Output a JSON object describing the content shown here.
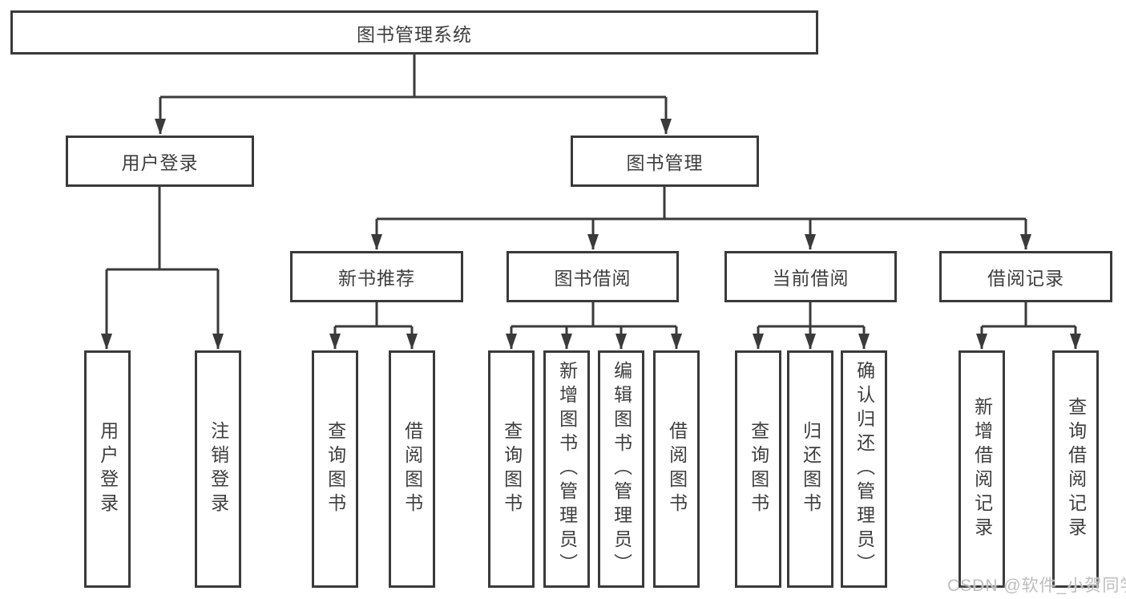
{
  "diagram": {
    "root": {
      "label": "图书管理系统"
    },
    "level2": [
      {
        "label": "用户登录",
        "children": [
          "用户登录",
          "注销登录"
        ]
      },
      {
        "label": "图书管理",
        "sections": [
          {
            "label": "新书推荐",
            "children": [
              "查询图书",
              "借阅图书"
            ]
          },
          {
            "label": "图书借阅",
            "children": [
              "查询图书",
              "新增图书（管理员）",
              "编辑图书（管理员）",
              "借阅图书"
            ]
          },
          {
            "label": "当前借阅",
            "children": [
              "查询图书",
              "归还图书",
              "确认归还（管理员）"
            ]
          },
          {
            "label": "借阅记录",
            "children": [
              "新增借阅记录",
              "查询借阅记录"
            ]
          }
        ]
      }
    ],
    "watermark": "CSDN @软件_小贺同学",
    "colors": {
      "line": "#3a3a3a",
      "text": "#3e3e3e",
      "box_background": "#ffffff",
      "watermark": "#bdbdbd"
    }
  }
}
